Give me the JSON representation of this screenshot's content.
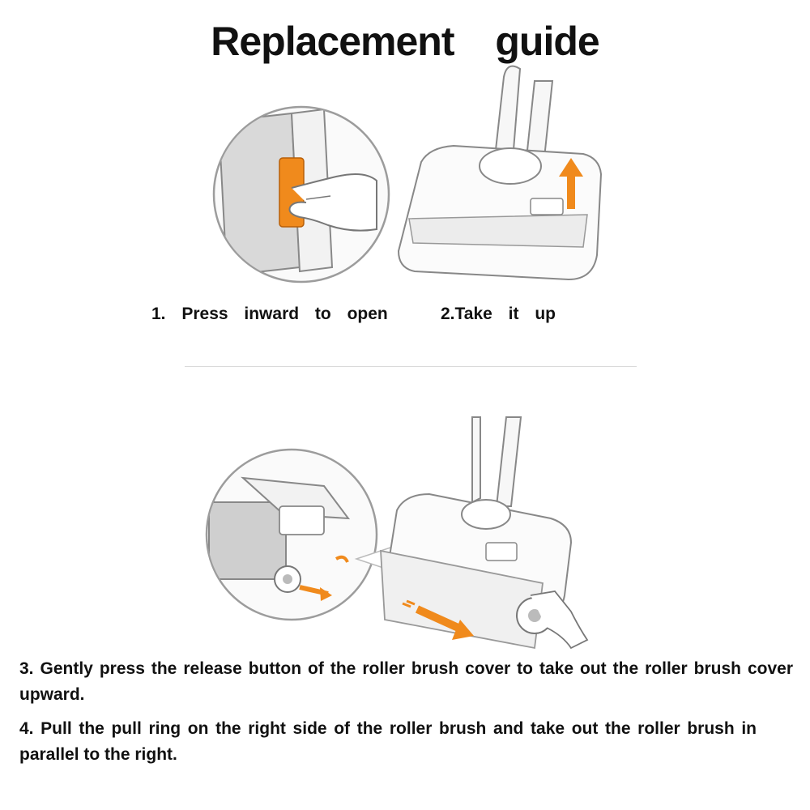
{
  "title": "Replacement   guide",
  "steps": {
    "step1": "1.  Press  inward  to  open",
    "step2": "2.Take  it  up",
    "step3": "3. Gently press the release button of the roller brush cover to take out the roller brush cover upward.",
    "step4": "4. Pull the pull ring on the right side of the roller brush and take out the roller brush in parallel to the right."
  },
  "colors": {
    "accent": "#f08a1c",
    "line": "#9c9c9c",
    "text": "#111111"
  },
  "icons": [
    "magnify-circle",
    "vacuum-head",
    "arrow-up",
    "arrow-right",
    "hand"
  ]
}
